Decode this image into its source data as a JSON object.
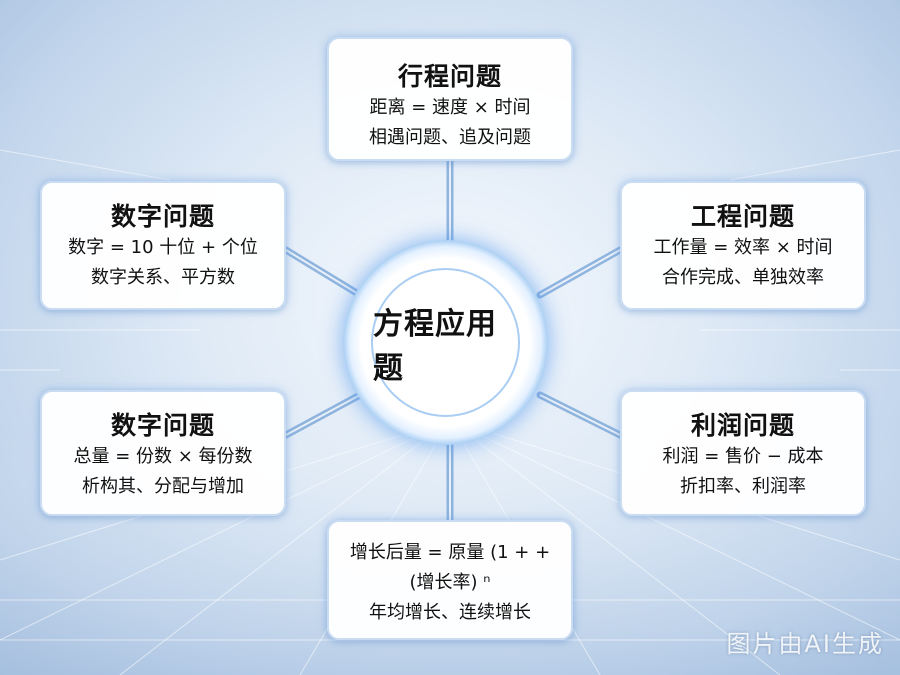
{
  "center": {
    "title": "方程应用题"
  },
  "cards": {
    "top": {
      "title": "行程问题",
      "line1": "距离 = 速度 × 时间",
      "line2": "相遇问题、追及问题"
    },
    "left1": {
      "title": "数字问题",
      "line1": "数字 = 10 十位 + 个位",
      "line2": "数字关系、平方数"
    },
    "right1": {
      "title": "工程问题",
      "line1": "工作量 = 效率 × 时间",
      "line2": "合作完成、单独效率"
    },
    "left2": {
      "title": "数字问题",
      "line1": "总量 = 份数 × 每份数",
      "line2": "析构其、分配与增加"
    },
    "right2": {
      "title": "利润问题",
      "line1": "利润 = 售价 − 成本",
      "line2": "折扣率、利润率"
    },
    "bottom": {
      "line1": "增长后量 = 原量 (1 + +",
      "line2": "(增长率) ⁿ",
      "line3": "年均增长、连续增长"
    }
  },
  "watermark": "图片由AI生成",
  "colors": {
    "connector": "#7fa9d9",
    "glow": "#5fa1e2",
    "card_border": "#c9dcf2"
  }
}
